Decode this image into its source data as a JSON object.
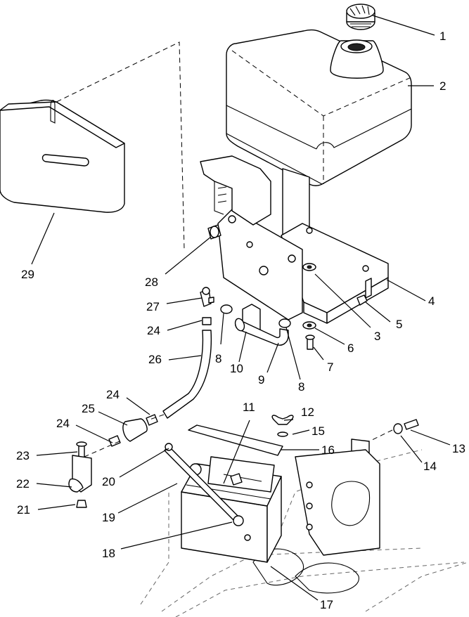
{
  "diagram": {
    "callouts": [
      {
        "id": "c1",
        "text": "1"
      },
      {
        "id": "c2",
        "text": "2"
      },
      {
        "id": "c3",
        "text": "3"
      },
      {
        "id": "c4",
        "text": "4"
      },
      {
        "id": "c5",
        "text": "5"
      },
      {
        "id": "c6",
        "text": "6"
      },
      {
        "id": "c7",
        "text": "7"
      },
      {
        "id": "c8a",
        "text": "8"
      },
      {
        "id": "c8b",
        "text": "8"
      },
      {
        "id": "c9",
        "text": "9"
      },
      {
        "id": "c10",
        "text": "10"
      },
      {
        "id": "c11",
        "text": "11"
      },
      {
        "id": "c12",
        "text": "12"
      },
      {
        "id": "c13",
        "text": "13"
      },
      {
        "id": "c14",
        "text": "14"
      },
      {
        "id": "c15",
        "text": "15"
      },
      {
        "id": "c16",
        "text": "16"
      },
      {
        "id": "c17",
        "text": "17"
      },
      {
        "id": "c18",
        "text": "18"
      },
      {
        "id": "c19",
        "text": "19"
      },
      {
        "id": "c20",
        "text": "20"
      },
      {
        "id": "c21",
        "text": "21"
      },
      {
        "id": "c22",
        "text": "22"
      },
      {
        "id": "c23",
        "text": "23"
      },
      {
        "id": "c24a",
        "text": "24"
      },
      {
        "id": "c24b",
        "text": "24"
      },
      {
        "id": "c24c",
        "text": "24"
      },
      {
        "id": "c25",
        "text": "25"
      },
      {
        "id": "c26",
        "text": "26"
      },
      {
        "id": "c27",
        "text": "27"
      },
      {
        "id": "c28",
        "text": "28"
      },
      {
        "id": "c29",
        "text": "29"
      }
    ]
  }
}
